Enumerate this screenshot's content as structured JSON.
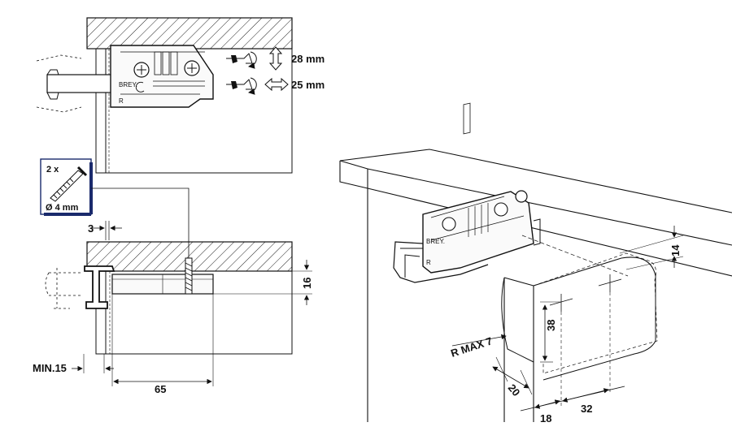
{
  "adjustment": {
    "height": {
      "label": "28 mm"
    },
    "side": {
      "label": "25 mm"
    }
  },
  "part_marks": {
    "brand": "BREY.",
    "side": "R"
  },
  "screw_callout": {
    "count": "2 x",
    "diameter": "Ø 4 mm"
  },
  "dimensions": {
    "gap": "3",
    "thickness": "16",
    "min_inset": "MIN.15",
    "depth": "65",
    "top_offset": "14",
    "hole_height": "38",
    "radius": "R MAX 7",
    "edge": "20",
    "offset_a": "18",
    "offset_b": "32"
  },
  "colors": {
    "line": "#111111",
    "hatch": "#222222",
    "callout_border": "#1a2a6c"
  }
}
